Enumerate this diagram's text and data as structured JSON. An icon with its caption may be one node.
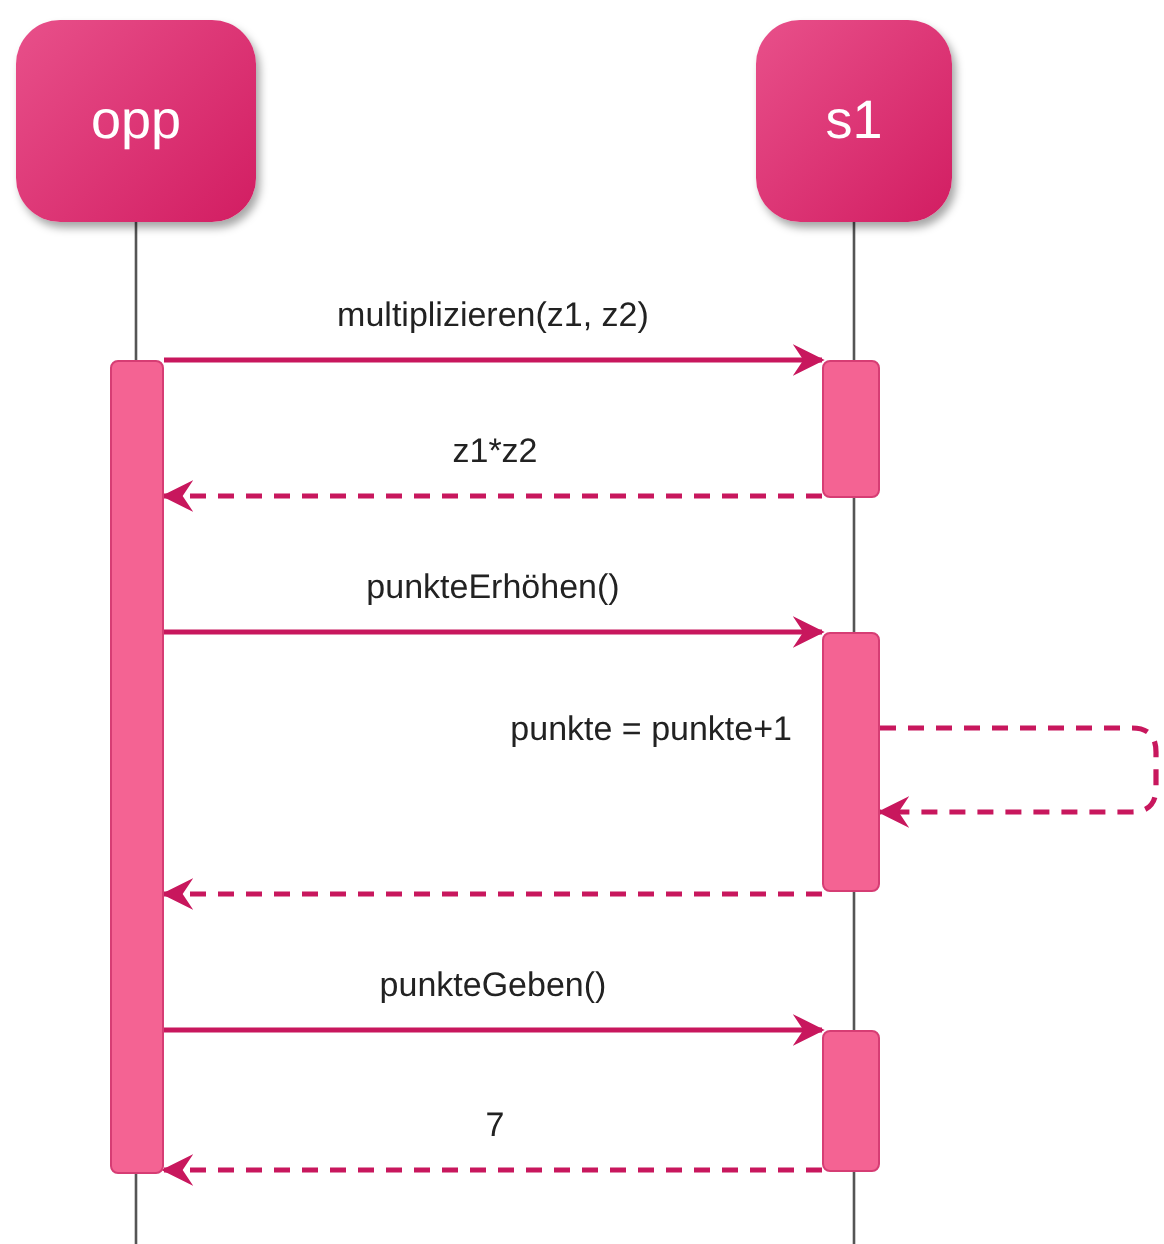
{
  "diagram": {
    "nodes": [
      {
        "text": [
          "opp"
        ]
      },
      {
        "text": [
          "s1"
        ]
      },
      {
        "text": [],
        "shape": "bar"
      },
      {
        "text": [],
        "shape": "bar"
      },
      {
        "text": [],
        "shape": "bar"
      },
      {
        "text": [],
        "shape": "bar"
      }
    ],
    "edges": [
      {
        "from": 2,
        "to": 3,
        "arrow": "to",
        "label": "multiplizieren(z1, z2)"
      },
      {
        "from": 3,
        "to": 2,
        "arrow": "to",
        "label": "z1*z2",
        "style": "dashed"
      },
      {
        "from": 2,
        "to": 4,
        "arrow": "to",
        "label": "punkteErhöhen()"
      },
      {
        "from": 4,
        "to": 4,
        "arrow": "to",
        "label": "punkte = punkte+1",
        "style": "dashed"
      },
      {
        "from": 4,
        "to": 2,
        "arrow": "to",
        "style": "dashed"
      },
      {
        "from": 2,
        "to": 5,
        "arrow": "to",
        "label": "punkteGeben()"
      },
      {
        "from": 5,
        "to": 2,
        "arrow": "to",
        "label": "7",
        "style": "dashed"
      }
    ]
  }
}
